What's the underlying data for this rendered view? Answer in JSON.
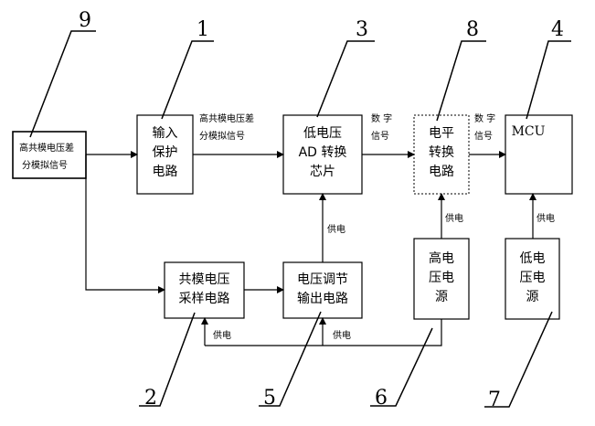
{
  "callouts": {
    "n1": "1",
    "n2": "2",
    "n3": "3",
    "n4": "4",
    "n5": "5",
    "n6": "6",
    "n7": "7",
    "n8": "8",
    "n9": "9"
  },
  "blocks": {
    "source_line1": "高共模电压差",
    "source_line2": "分模拟信号",
    "protect": [
      "输入",
      "保护",
      "电路"
    ],
    "adc": [
      "低电压",
      "AD 转换",
      "芯片"
    ],
    "level": [
      "电平",
      "转换",
      "电路"
    ],
    "mcu": "MCU",
    "sample": [
      "共模电压",
      "采样电路"
    ],
    "vreg": [
      "电压调节",
      "输出电路"
    ],
    "hv": [
      "高电",
      "压电",
      "源"
    ],
    "lv": [
      "低电",
      "压电",
      "源"
    ]
  },
  "signals": {
    "hcm_line1": "高共模电压差",
    "hcm_line2": "分模拟信号",
    "digital1_line1": "数 字",
    "digital1_line2": "信号",
    "digital2_line1": "数 字",
    "digital2_line2": "信号",
    "power_adc": "供电",
    "power_level": "供电",
    "power_mcu": "供电",
    "power_sample": "供电",
    "power_vreg": "供电"
  }
}
